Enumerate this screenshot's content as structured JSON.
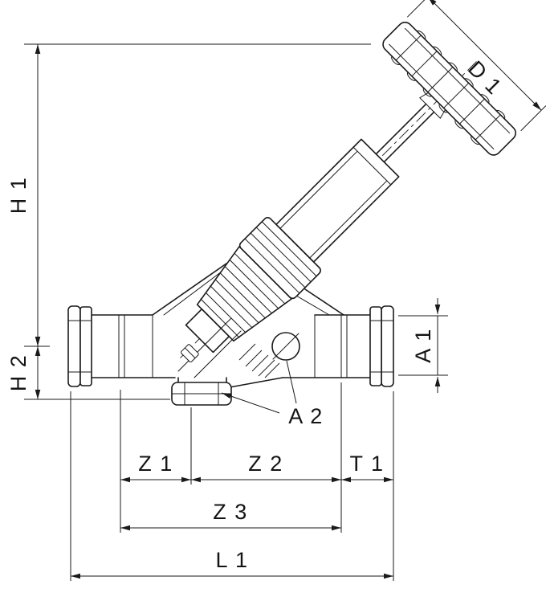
{
  "drawing": {
    "colors": {
      "line": "#1a1a1a",
      "background": "#ffffff"
    },
    "dimensions": {
      "d1": {
        "label": "D 1"
      },
      "h1": {
        "label": "H 1"
      },
      "h2": {
        "label": "H 2"
      },
      "a1": {
        "label": "A 1"
      },
      "a2": {
        "label": "A 2"
      },
      "z1": {
        "label": "Z 1"
      },
      "z2": {
        "label": "Z 2"
      },
      "z3": {
        "label": "Z 3"
      },
      "t1": {
        "label": "T 1"
      },
      "l1": {
        "label": "L 1"
      }
    }
  }
}
